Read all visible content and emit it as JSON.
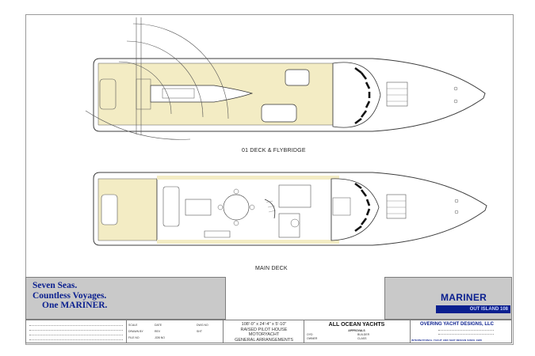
{
  "deck_labels": {
    "upper": "01 DECK & FLYBRIDGE",
    "main": "MAIN DECK"
  },
  "title_block": {
    "slogan_line1": "Seven Seas.",
    "slogan_line2": "Countless Voyages.",
    "slogan_line3": "One MARINER.",
    "brand": "MARINER",
    "model_tag": "OUT ISLAND 108",
    "vessel_description_line1": "108'-0\" x 24'-4\" x 5'-10\"",
    "vessel_description_line2": "RAISED PILOT HOUSE MOTORYACHT",
    "vessel_description_line3": "GENERAL ARRANGEMENTS",
    "builder_client": "ALL OCEAN YACHTS",
    "approvals_label": "APPROVALS",
    "approval_fields": [
      "OYD",
      "BUILDER",
      "OWNER",
      "CLASS"
    ],
    "designer": "OVERING YACHT DESIGNS, LLC",
    "designer_tagline": "INTERNATIONAL YACHT AND SHIP DESIGN SINCE 1986",
    "field_labels": [
      "SCALE",
      "DATE",
      "DWG NO",
      "DRAWN BY",
      "REV",
      "SHT",
      "FILE NO",
      "JOB NO"
    ]
  },
  "colors": {
    "deck_fill": "#f3ecc4",
    "line": "#3c3c3c",
    "banner_grey": "#c9c9c9",
    "brand_blue": "#0a1f8f"
  }
}
